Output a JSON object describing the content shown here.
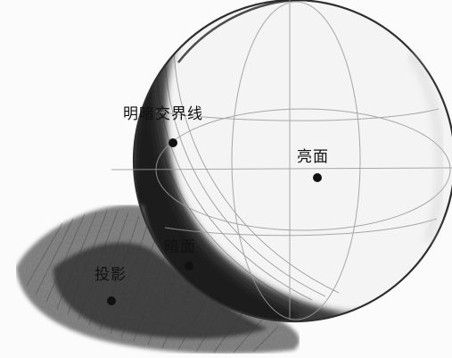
{
  "labels": {
    "terminator": "明暗交界线",
    "light_side": "亮面",
    "shadow_side": "暗面",
    "cast_shadow": "投影"
  }
}
